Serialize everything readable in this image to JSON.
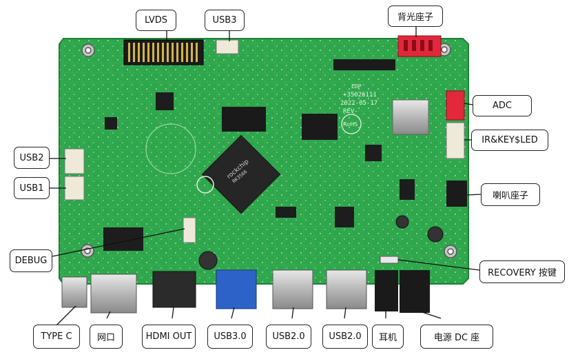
{
  "board": {
    "pcb_color": "#2aa84a",
    "silkscreen": {
      "marking_line_1": "+35026111",
      "marking_line_2": "2022-05-17",
      "marking_line_3": "REV-",
      "rohs": "RoHS",
      "soc_logo": "rockchip",
      "soc_model": "RK3566",
      "edp_label": "EDP"
    }
  },
  "labels": {
    "lvds": "LVDS",
    "usb3_top": "USB3",
    "backlight": "背光座子",
    "adc": "ADC",
    "ir_key_led": "IR&KEY$LED",
    "speaker": "喇叭座子",
    "recovery": "RECOVERY 按键",
    "usb2": "USB2",
    "usb1": "USB1",
    "debug": "DEBUG",
    "type_c": "TYPE C",
    "ethernet": "网口",
    "hdmi_out": "HDMI OUT",
    "usb3_0": "USB3.0",
    "usb2_0_a": "USB2.0",
    "usb2_0_b": "USB2.0",
    "earphone": "耳机",
    "dc_power": "电源 DC 座"
  }
}
